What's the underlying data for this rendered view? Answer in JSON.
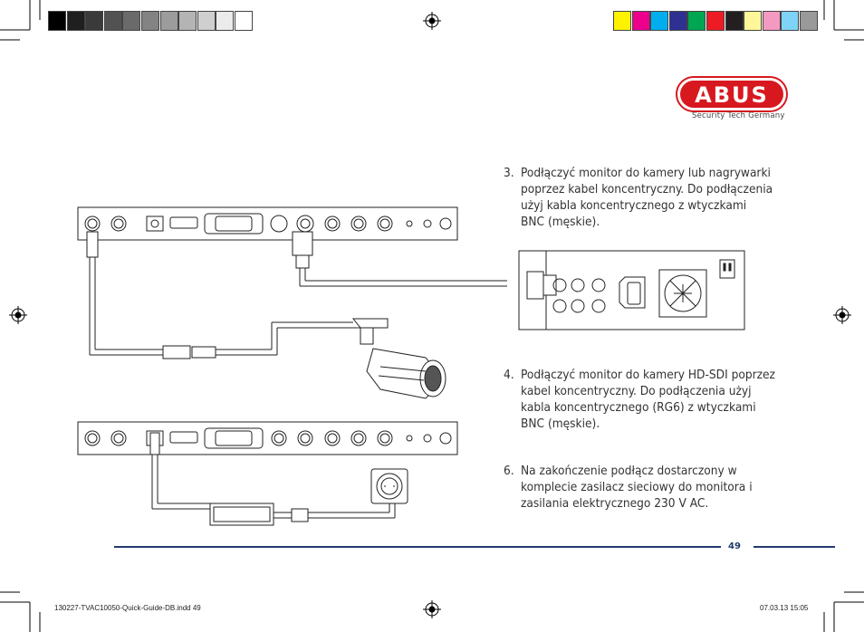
{
  "colors": {
    "gray_bar": [
      "#000000",
      "#1f1f1f",
      "#3a3a3a",
      "#525252",
      "#6a6a6a",
      "#838383",
      "#9c9c9c",
      "#b4b4b4",
      "#cfcfcf",
      "#ebebeb",
      "#ffffff"
    ],
    "color_bar": [
      "#fff200",
      "#ec008c",
      "#00aeef",
      "#2e3192",
      "#00a651",
      "#ed1c24",
      "#231f20",
      "#fff799",
      "#f49ac1",
      "#7fd3f7",
      "#999999"
    ],
    "brand_red": "#d7191f",
    "rule": "#223a6e"
  },
  "logo": {
    "name": "ABUS",
    "tagline": "Security Tech Germany"
  },
  "instructions": [
    {
      "num": "3.",
      "text": "Podłączyć monitor do kamery lub nagrywarki\npoprzez kabel koncentryczny. Do podłączenia\nużyj kabla koncentrycznego z wtyczkami\nBNC (męskie)."
    },
    {
      "num": "4.",
      "text": "Podłączyć monitor do kamery HD-SDI poprzez\nkabel koncentryczny. Do podłączenia użyj\nkabla koncentrycznego (RG6) z wtyczkami\nBNC (męskie)."
    },
    {
      "num": "6.",
      "text": "Na zakończenie podłącz dostarczony w\nkomplecie zasilacz sieciowy do monitora i\nzasilania elektrycznego 230 V AC."
    }
  ],
  "page_number": "49",
  "slug": {
    "file": "130227-TVAC10050-Quick-Guide-DB.indd   49",
    "date": "07.03.13   15:05"
  },
  "icons": [
    "registration-mark-icon",
    "crop-mark-icon",
    "monitor-panel-diagram",
    "camera-diagram",
    "power-adapter-diagram",
    "wall-socket-diagram",
    "recorder-diagram"
  ]
}
